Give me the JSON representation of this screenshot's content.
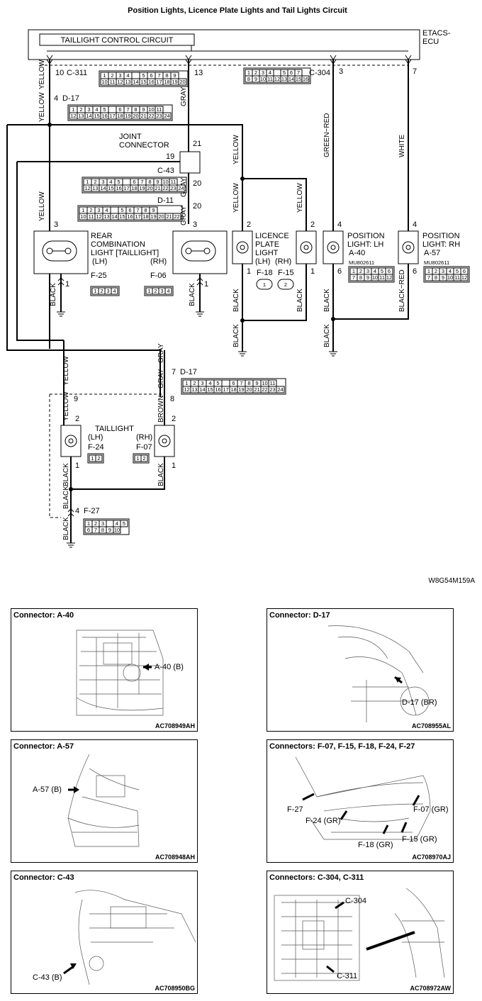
{
  "title": "Position Lights, Licence Plate Lights and Tail Lights Circuit",
  "ecu": {
    "line1": "ETACS-",
    "line2": "ECU",
    "circuit_box": "TAILLIGHT CONTROL CIRCUIT"
  },
  "connectors": {
    "c311": "C-311",
    "c304": "C-304",
    "d17": "D-17",
    "c43": "C-43",
    "d11": "D-11",
    "f25": "F-25",
    "f06": "F-06",
    "f18": "F-18",
    "f15": "F-15",
    "a40": "A-40",
    "a57": "A-57",
    "f24": "F-24",
    "f07": "F-07",
    "f27": "F-27",
    "mu1": "MU802611",
    "mu2": "MU802611"
  },
  "joint_connector": [
    "JOINT",
    "CONNECTOR"
  ],
  "components": {
    "rear_combo": [
      "REAR",
      "COMBINATION",
      "LIGHT [TAILLIGHT]"
    ],
    "rear_combo_lh": "(LH)",
    "rear_combo_rh": "(RH)",
    "licence": [
      "LICENCE",
      "PLATE",
      "LIGHT"
    ],
    "licence_lh": "(LH)",
    "licence_rh": "(RH)",
    "pos_lh": [
      "POSITION",
      "LIGHT: LH"
    ],
    "pos_rh": [
      "POSITION",
      "LIGHT: RH"
    ],
    "taillight": "TAILLIGHT",
    "taillight_lh": "(LH)",
    "taillight_rh": "(RH)"
  },
  "wires": {
    "yellow": "YELLOW",
    "gray": "GRAY",
    "green_red": "GREEN−RED",
    "white": "WHITE",
    "black": "BLACK",
    "brown": "BROWN",
    "black_red": "BLACK−RED"
  },
  "pins": {
    "p10": "10",
    "p13": "13",
    "p3": "3",
    "p7": "7",
    "p4": "4",
    "p21": "21",
    "p19": "19",
    "p20": "20",
    "p2": "2",
    "p1": "1",
    "p6": "6",
    "p9": "9",
    "p8": "8"
  },
  "connector_grids": {
    "c311_top": [
      "1",
      "2",
      "3",
      "4",
      "",
      "5",
      "6",
      "7",
      "8",
      "9"
    ],
    "c311_bot": [
      "10",
      "11",
      "12",
      "13",
      "14",
      "15",
      "16",
      "17",
      "18",
      "19",
      "20"
    ],
    "c304_top": [
      "1",
      "2",
      "3",
      "4",
      "",
      "5",
      "6",
      "7"
    ],
    "c304_bot": [
      "8",
      "9",
      "10",
      "11",
      "12",
      "13",
      "14",
      "15",
      "16"
    ],
    "d17_top": [
      "1",
      "2",
      "3",
      "4",
      "5",
      "",
      "6",
      "7",
      "8",
      "9",
      "10",
      "11"
    ],
    "d17_bot": [
      "12",
      "13",
      "14",
      "15",
      "16",
      "17",
      "18",
      "19",
      "20",
      "21",
      "22",
      "23",
      "24"
    ],
    "c43_top": [
      "1",
      "2",
      "3",
      "4",
      "5",
      "",
      "6",
      "7",
      "8",
      "9",
      "10",
      "11"
    ],
    "c43_bot": [
      "12",
      "13",
      "14",
      "15",
      "16",
      "17",
      "18",
      "19",
      "20",
      "21",
      "22",
      "23",
      "24"
    ],
    "d11_top": [
      "1",
      "2",
      "3",
      "4",
      "",
      "5",
      "6",
      "7",
      "8",
      "9"
    ],
    "d11_bot": [
      "10",
      "11",
      "12",
      "13",
      "14",
      "15",
      "16",
      "17",
      "18",
      "19",
      "20",
      "21",
      "22"
    ],
    "small4": [
      "1",
      "2",
      "3",
      "4"
    ],
    "small2": [
      "1",
      "2"
    ],
    "f27_top": [
      "1",
      "2",
      "3",
      "",
      "4",
      "5"
    ],
    "f27_bot": [
      "6",
      "7",
      "8",
      "9",
      "10"
    ],
    "pos_top": [
      "1",
      "2",
      "3",
      "4",
      "5",
      "6"
    ],
    "pos_bot": [
      "7",
      "8",
      "9",
      "10",
      "11",
      "12"
    ]
  },
  "diagram_code": "W8G54M159A",
  "locator_panels": [
    {
      "title": "Connector: A-40",
      "callouts": [
        "A-40 (B)"
      ],
      "code": "AC708949AH"
    },
    {
      "title": "Connector: D-17",
      "callouts": [
        "D-17 (BR)"
      ],
      "code": "AC708955AL"
    },
    {
      "title": "Connector: A-57",
      "callouts": [
        "A-57 (B)"
      ],
      "code": "AC708948AH"
    },
    {
      "title": "Connectors: F-07, F-15, F-18, F-24, F-27",
      "callouts": [
        "F-27",
        "F-24 (GR)",
        "F-07 (GR)",
        "F-18 (GR)",
        "F-15 (GR)"
      ],
      "code": "AC708970AJ"
    },
    {
      "title": "Connector: C-43",
      "callouts": [
        "C-43 (B)"
      ],
      "code": "AC708950BG"
    },
    {
      "title": "Connectors: C-304, C-311",
      "callouts": [
        "C-304",
        "C-311"
      ],
      "code": "AC708972AW"
    }
  ]
}
